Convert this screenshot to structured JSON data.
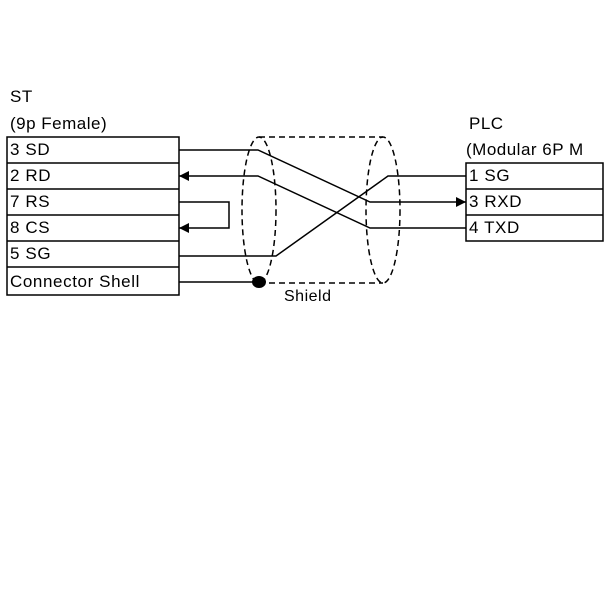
{
  "left_connector": {
    "title": "ST",
    "subtitle": "(9p Female)",
    "pins": [
      "3 SD",
      "2 RD",
      "7 RS",
      "8 CS",
      "5 SG",
      "Connector Shell"
    ]
  },
  "right_connector": {
    "title": "PLC",
    "subtitle": "(Modular 6P M",
    "pins": [
      "1 SG",
      "3 RXD",
      "4 TXD"
    ]
  },
  "shield_label": "Shield"
}
